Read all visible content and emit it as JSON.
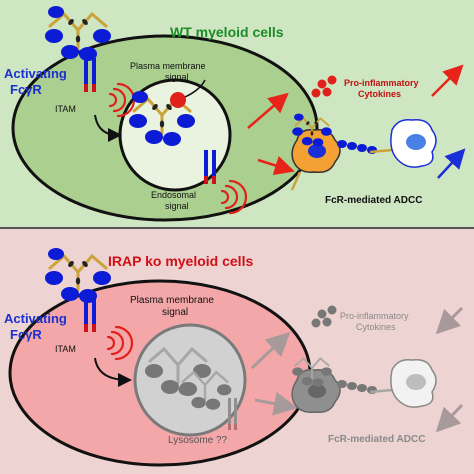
{
  "colors": {
    "top_panel_bg": "#cfe6c3",
    "bottom_panel_bg": "#edd3d1",
    "cell_outer_top": "#aacf8f",
    "cell_inner_top": "#e9f3df",
    "cell_outer_bottom": "#f4a7a8",
    "lysosome_fill": "#d1d1d1",
    "receptor_blue": "#0b1bd6",
    "antibody_gold": "#caa33a",
    "signal_red": "#e0201b",
    "title_green": "#1b8c27",
    "title_red": "#d01018",
    "label_blue": "#1c2fd1",
    "arrow_red": "#e8231a",
    "arrow_blue": "#1b2fd8",
    "macrophage_orange": "#f5a033",
    "target_cell_blue": "#4a7fe6",
    "muted_gray": "#8a8a8a",
    "muted_arrow": "#a89a9a"
  },
  "top": {
    "title": "WT myeloid cells",
    "receptor_label_line1": "Activating",
    "receptor_label_line2": "FcγR",
    "itam_label": "ITAM",
    "pm_signal_line1": "Plasma membrane",
    "pm_signal_line2": "signal",
    "endosomal_line1": "Endosomal",
    "endosomal_line2": "signal",
    "cytokines_line1": "Pro-inflammatory",
    "cytokines_line2": "Cytokines",
    "adcc_label": "FcR-mediated ADCC"
  },
  "bottom": {
    "title": "IRAP ko myeloid cells",
    "receptor_label_line1": "Activating",
    "receptor_label_line2": "FcγR",
    "itam_label": "ITAM",
    "pm_signal_line1": "Plasma membrane",
    "pm_signal_line2": "signal",
    "lysosome_label": "Lysosome ??",
    "cytokines_line1": "Pro-inflammatory",
    "cytokines_line2": "Cytokines",
    "adcc_label": "FcR-mediated ADCC"
  }
}
